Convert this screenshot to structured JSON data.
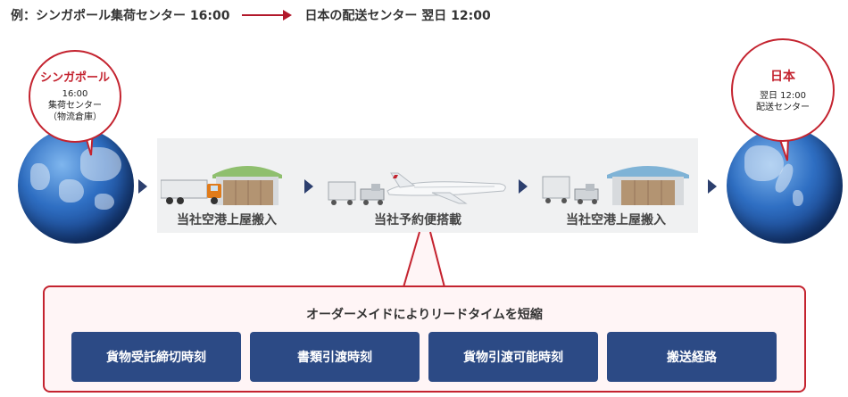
{
  "example": {
    "origin": "例：シンガポール集荷センター 16:00",
    "destination": "日本の配送センター 翌日 12:00"
  },
  "origin_bubble": {
    "title": "シンガポール",
    "lines": [
      "16:00",
      "集荷センター",
      "（物流倉庫）"
    ]
  },
  "destination_bubble": {
    "title": "日本",
    "lines": [
      "翌日 12:00",
      "配送センター"
    ]
  },
  "stages": [
    {
      "label": "当社空港上屋搬入"
    },
    {
      "label": "当社予約便搭載"
    },
    {
      "label": "当社空港上屋搬入"
    }
  ],
  "customization": {
    "title": "オーダーメイドによりリードタイムを短縮",
    "items": [
      "貨物受託締切時刻",
      "書類引渡時刻",
      "貨物引渡可能時刻",
      "搬送経路"
    ]
  },
  "colors": {
    "accent_red": "#c4232f",
    "navy": "#2c4a85",
    "arrow_navy": "#2c3f6e"
  }
}
